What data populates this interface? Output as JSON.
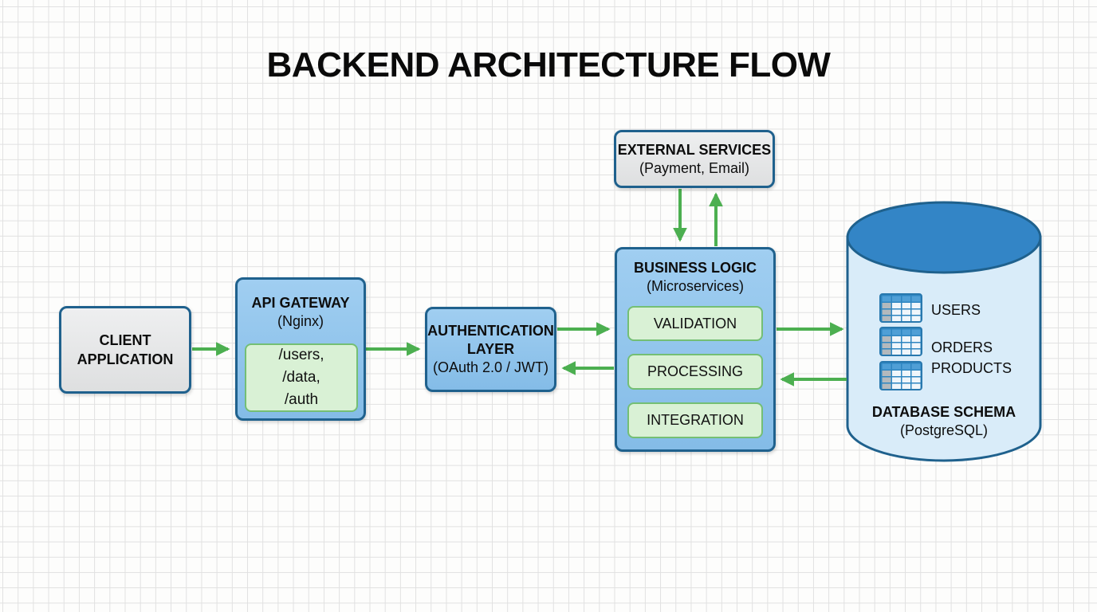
{
  "title": "BACKEND ARCHITECTURE FLOW",
  "nodes": {
    "client": {
      "title": "CLIENT APPLICATION"
    },
    "api_gateway": {
      "title": "API GATEWAY",
      "subtitle": "(Nginx)",
      "routes": [
        "/users,",
        "/data,",
        "/auth"
      ]
    },
    "auth_layer": {
      "title": "AUTHENTICATION LAYER",
      "subtitle": "(OAuth 2.0 / JWT)"
    },
    "business_logic": {
      "title": "BUSINESS LOGIC",
      "subtitle": "(Microservices)",
      "services": [
        "VALIDATION",
        "PROCESSING",
        "INTEGRATION"
      ]
    },
    "external_services": {
      "title": "EXTERNAL SERVICES",
      "subtitle": "(Payment, Email)"
    },
    "database": {
      "title": "DATABASE SCHEMA",
      "subtitle": "(PostgreSQL)",
      "tables": [
        "USERS",
        "ORDERS",
        "PRODUCTS"
      ]
    }
  },
  "edges": [
    {
      "from": "client-application",
      "to": "api-gateway"
    },
    {
      "from": "api-gateway",
      "to": "authentication-layer"
    },
    {
      "from": "authentication-layer",
      "to": "business-logic"
    },
    {
      "from": "business-logic",
      "to": "authentication-layer"
    },
    {
      "from": "external-services",
      "to": "business-logic"
    },
    {
      "from": "business-logic",
      "to": "external-services"
    },
    {
      "from": "business-logic",
      "to": "database"
    },
    {
      "from": "database",
      "to": "business-logic"
    }
  ],
  "icons": {
    "table_icon": "database-table-grid"
  },
  "colors": {
    "arrow_green": "#4caf50",
    "node_blue": "#8fc3ea",
    "node_border_blue": "#1f618d",
    "chip_green_fill": "#d9f1d5",
    "chip_green_border": "#74bf74",
    "neutral_gray_fill": "#e9eaeb",
    "cylinder_top_blue": "#3385c6",
    "cylinder_body_blue": "#d9ecf9"
  }
}
